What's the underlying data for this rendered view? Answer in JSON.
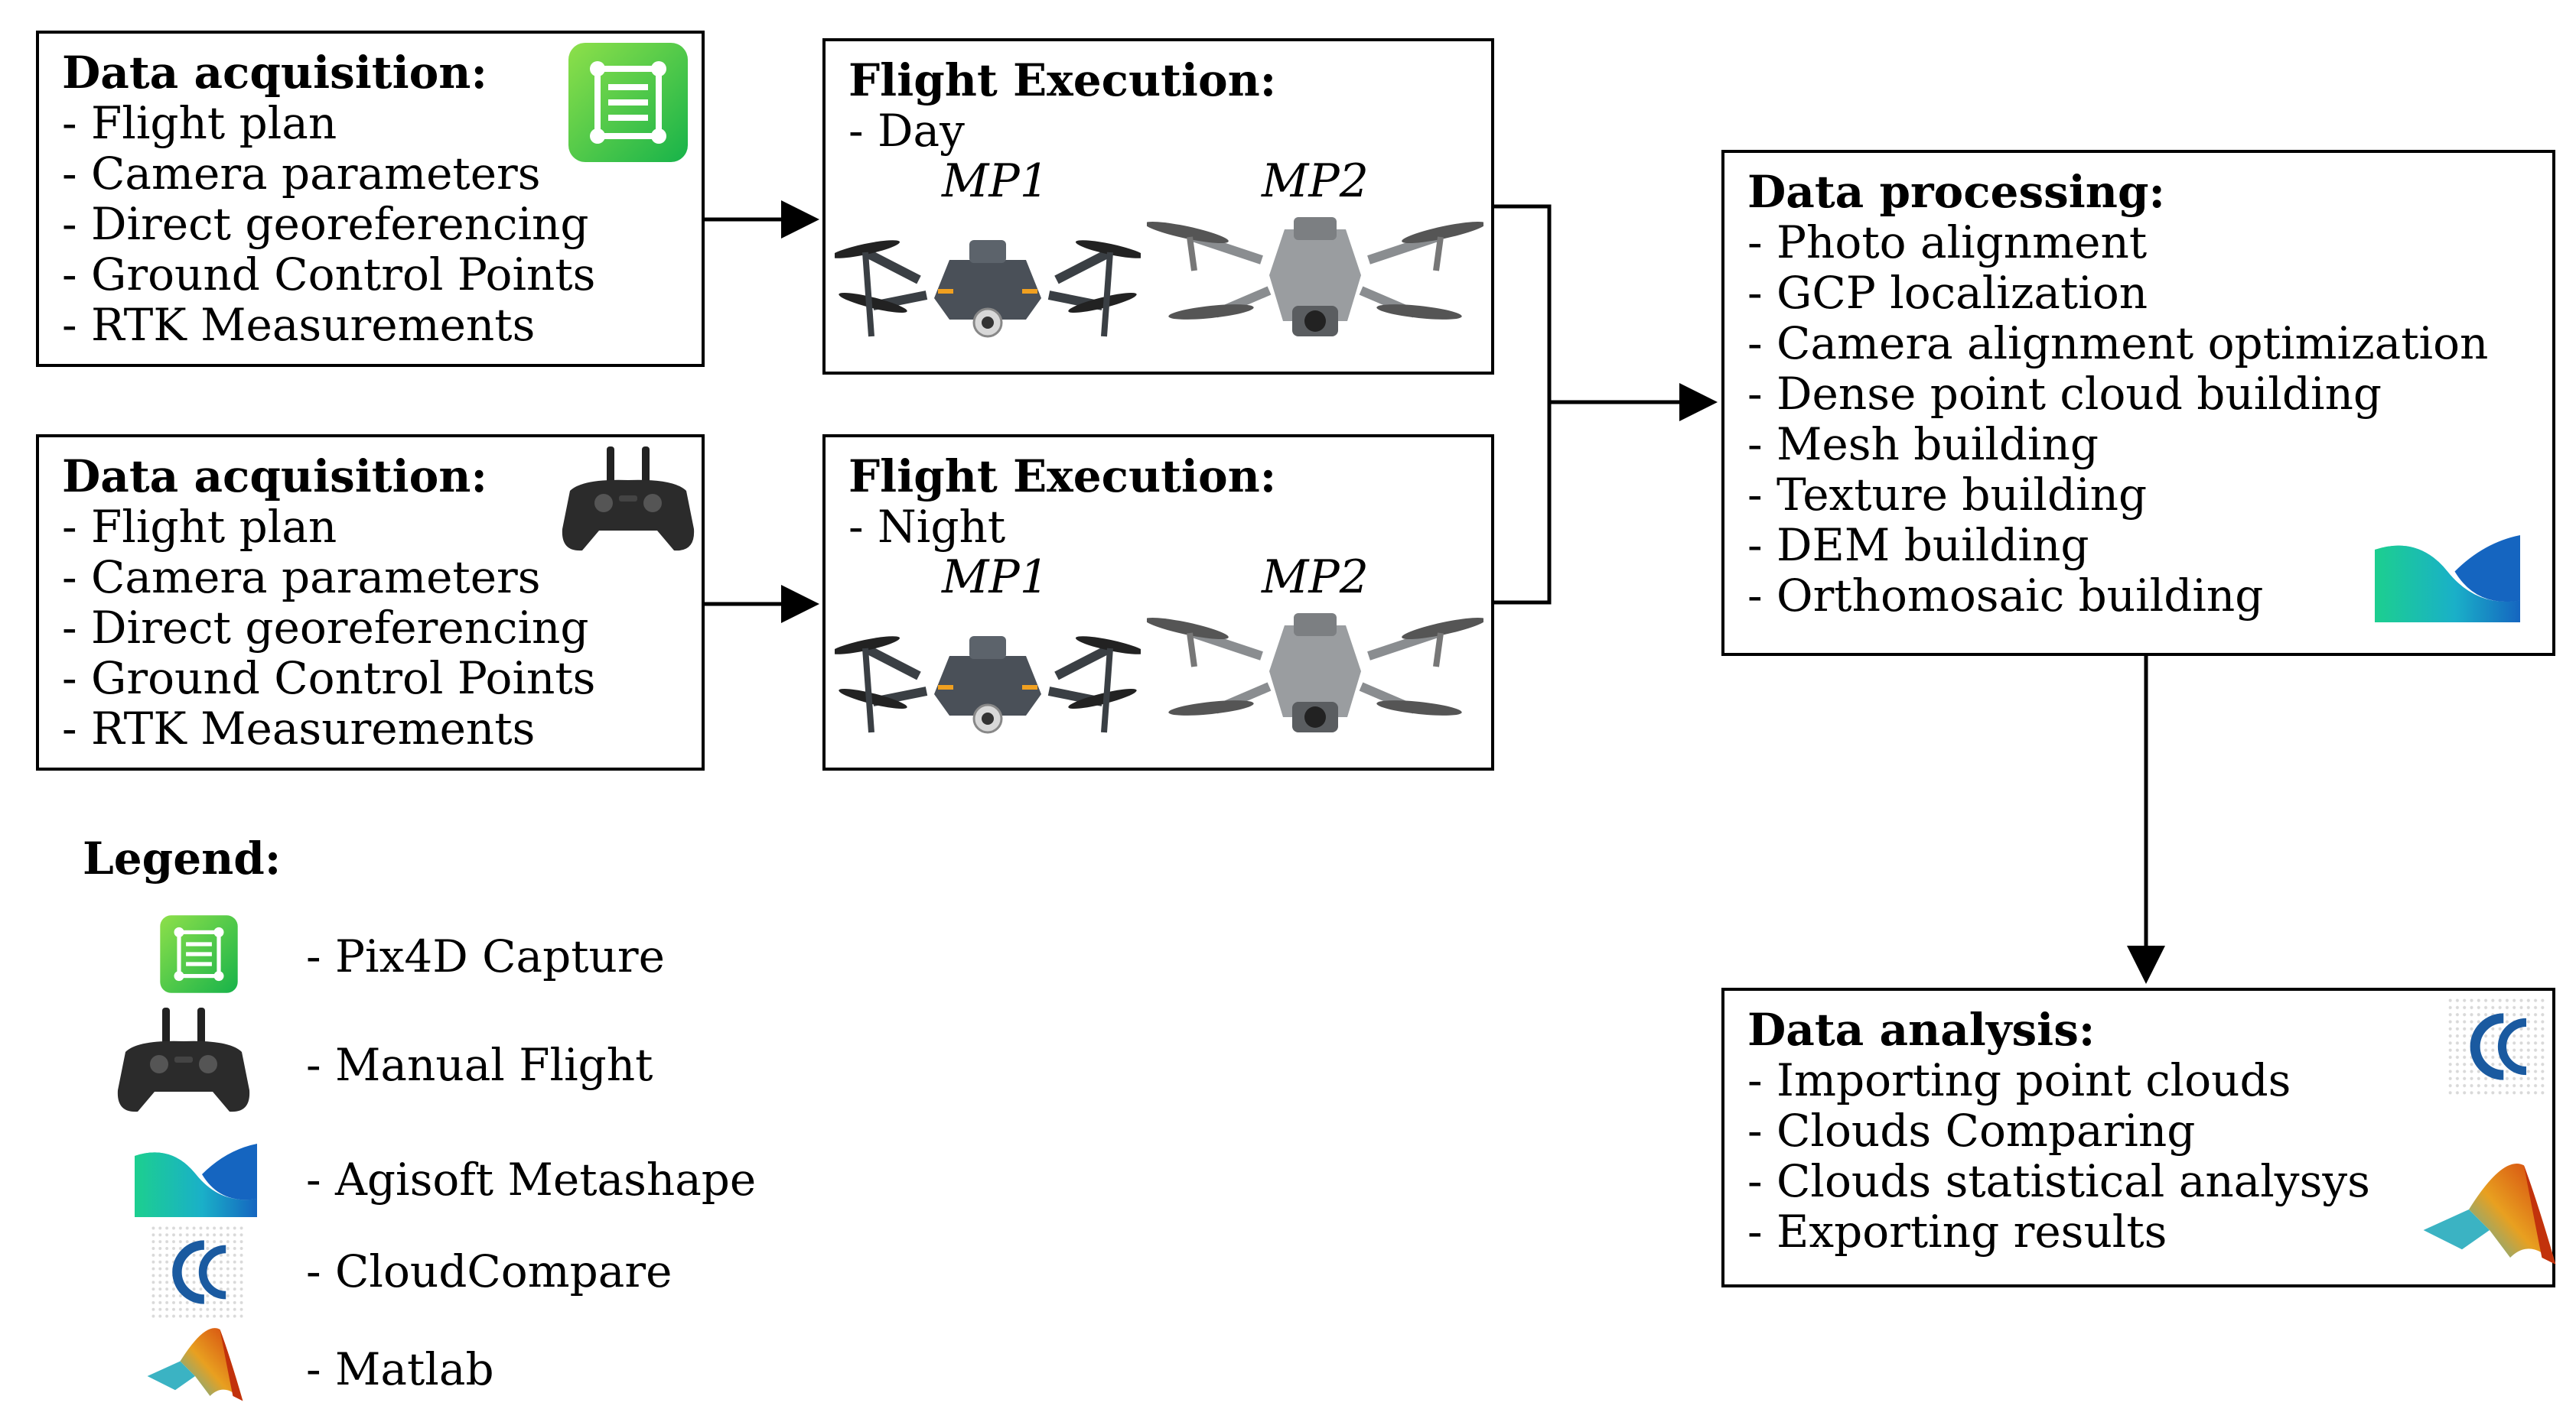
{
  "colors": {
    "line": "#000000",
    "pix4d": "#2ecc40",
    "agisoft_blue": "#1565c0",
    "agisoft_green": "#1abc9c",
    "cloudcompare": "#1a5aa0",
    "matlab": "#f06d0b"
  },
  "acquisition": [
    {
      "title": "Data acquisition:",
      "items": [
        "- Flight plan",
        "- Camera parameters",
        "- Direct georeferencing",
        "- Ground Control Points",
        "- RTK Measurements"
      ],
      "logo": "pix4d-capture-icon"
    },
    {
      "title": "Data acquisition:",
      "items": [
        "- Flight plan",
        "- Camera parameters",
        "- Direct georeferencing",
        "- Ground Control Points",
        "- RTK Measurements"
      ],
      "logo": "remote-controller-icon"
    }
  ],
  "flight": [
    {
      "title": "Flight Execution:",
      "mode": "- Day",
      "mp1": "MP1",
      "mp2": "MP2"
    },
    {
      "title": "Flight Execution:",
      "mode": "- Night",
      "mp1": "MP1",
      "mp2": "MP2"
    }
  ],
  "processing": {
    "title": "Data processing:",
    "items": [
      "- Photo alignment",
      "- GCP localization",
      "- Camera alignment optimization",
      "- Dense point cloud building",
      "- Mesh building",
      "- Texture building",
      "- DEM building",
      "- Orthomosaic building"
    ],
    "logo": "agisoft-metashape-icon"
  },
  "analysis": {
    "title": "Data analysis:",
    "items": [
      "- Importing point clouds",
      "- Clouds Comparing",
      "- Clouds statistical analysys",
      "- Exporting results"
    ],
    "logos": [
      "cloudcompare-icon",
      "matlab-icon"
    ]
  },
  "legend": {
    "title": "Legend:",
    "entries": [
      {
        "icon": "pix4d-capture-icon",
        "label": "- Pix4D Capture"
      },
      {
        "icon": "remote-controller-icon",
        "label": "- Manual Flight"
      },
      {
        "icon": "agisoft-metashape-icon",
        "label": "- Agisoft Metashape"
      },
      {
        "icon": "cloudcompare-icon",
        "label": "- CloudCompare"
      },
      {
        "icon": "matlab-icon",
        "label": "- Matlab"
      }
    ]
  }
}
